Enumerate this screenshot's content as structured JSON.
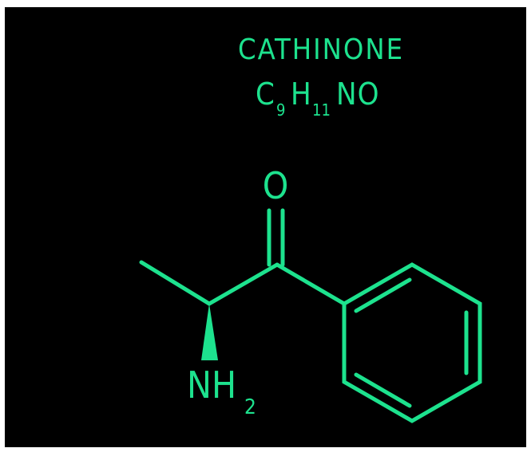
{
  "colors": {
    "background": "#000000",
    "foreground": "#1de28e"
  },
  "molecule": {
    "name": "CATHINONE",
    "formula": {
      "c_symbol": "C",
      "c_count": "9",
      "h_symbol": "H",
      "h_count": "11",
      "rest": "NO"
    },
    "atoms": {
      "oxygen": "O",
      "amine_symbol": "NH",
      "amine_count": "2"
    }
  }
}
